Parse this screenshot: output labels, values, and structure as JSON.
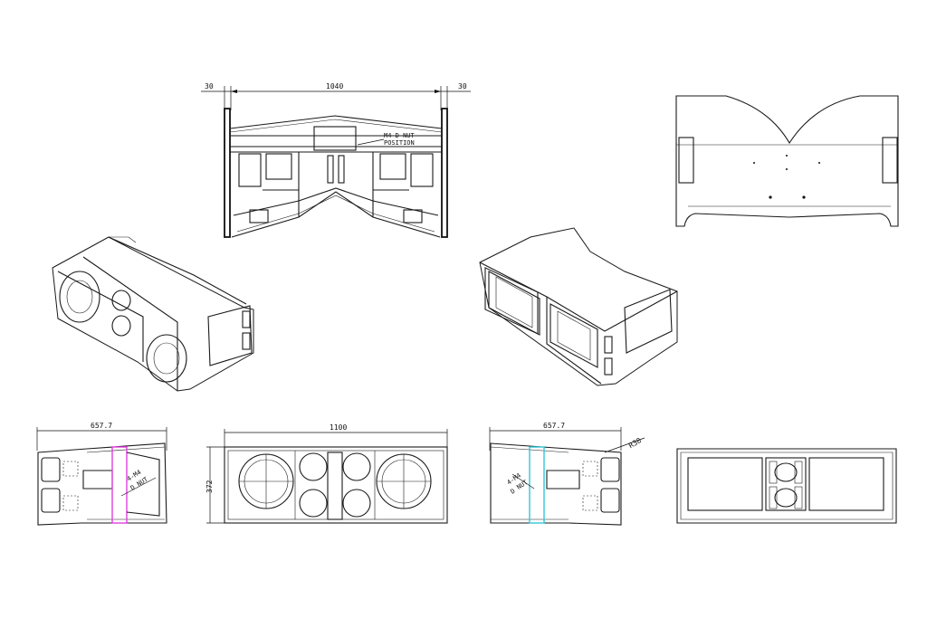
{
  "dimensions": {
    "top_left_margin": "30",
    "top_width": "1040",
    "top_right_margin": "30",
    "side_left_width": "657.7",
    "front_width": "1100",
    "front_height": "372",
    "side_right_width": "657.7",
    "radius": "R30"
  },
  "notes": {
    "nut_position_line1": "M4 D NUT",
    "nut_position_line2": "POSITION",
    "left_side_nut_line1": "4-M4",
    "left_side_nut_line2": "D NUT",
    "right_side_nut_line1": "4-M4",
    "right_side_nut_line2": "D NUT"
  },
  "colors": {
    "line": "#1a1a1a",
    "left_highlight": "#e040e0",
    "right_highlight": "#30c8d8"
  },
  "icons": {
    "iso_left": "speaker-cabinet-isometric-front",
    "iso_right": "speaker-cabinet-isometric-rear"
  }
}
